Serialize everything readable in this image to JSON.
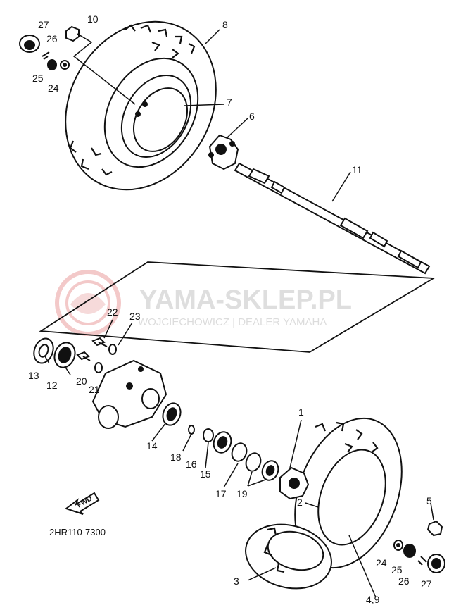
{
  "diagram_code": "2HR110-7300",
  "fwd_label": "FWD",
  "watermark": {
    "main": "YAMA-SKLEP.PL",
    "sub": "WOJCIECHOWICZ | DEALER YAMAHA"
  },
  "part_labels": {
    "p1": "1",
    "p2": "2",
    "p3": "3",
    "p4_9": "4,9",
    "p5": "5",
    "p6": "6",
    "p7": "7",
    "p8": "8",
    "p10": "10",
    "p11": "11",
    "p12": "12",
    "p13": "13",
    "p14": "14",
    "p15": "15",
    "p16": "16",
    "p17": "17",
    "p18": "18",
    "p19": "19",
    "p20": "20",
    "p21": "21",
    "p22": "22",
    "p23": "23",
    "p24_top": "24",
    "p25_top": "25",
    "p26_top": "26",
    "p27_top": "27",
    "p24_bot": "24",
    "p25_bot": "25",
    "p26_bot": "26",
    "p27_bot": "27"
  },
  "colors": {
    "ink": "#111111",
    "watermark": "#d9d9d9",
    "watermark_logo": "#f3c9c9"
  }
}
